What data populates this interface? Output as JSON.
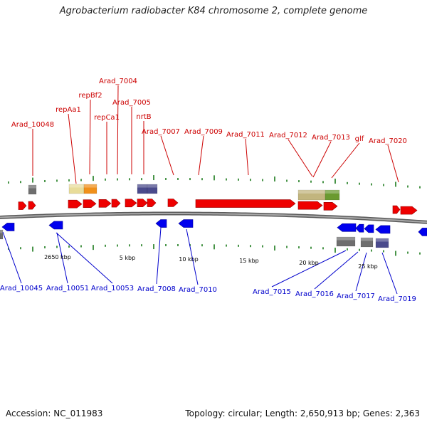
{
  "title": "Agrobacterium radiobacter K84 chromosome 2, complete genome",
  "footer": {
    "accession": "Accession: NC_011983",
    "summary": "Topology: circular; Length: 2,650,913 bp; Genes: 2,363"
  },
  "colors": {
    "forward": "#ee0000",
    "reverse": "#0000ee",
    "forward_label": "#cc0000",
    "reverse_label": "#0000cc",
    "tick": "#1a7a1a",
    "backbone": "#808080"
  },
  "scale_labels": [
    "2650 kbp",
    "5 kbp",
    "10 kbp",
    "15 kbp",
    "20 kbp",
    "25 kbp"
  ],
  "forward_labels": [
    "Arad_10048",
    "repAa1",
    "repBf2",
    "Arad_7004",
    "repCa1",
    "Arad_7005",
    "nrtB",
    "Arad_7007",
    "Arad_7009",
    "Arad_7011",
    "Arad_7012",
    "Arad_7013",
    "glf",
    "Arad_7020"
  ],
  "reverse_labels": [
    "Arad_10045",
    "Arad_10051",
    "Arad_10053",
    "Arad_7008",
    "Arad_7010",
    "Arad_7015",
    "Arad_7016",
    "Arad_7017",
    "Arad_7019"
  ]
}
